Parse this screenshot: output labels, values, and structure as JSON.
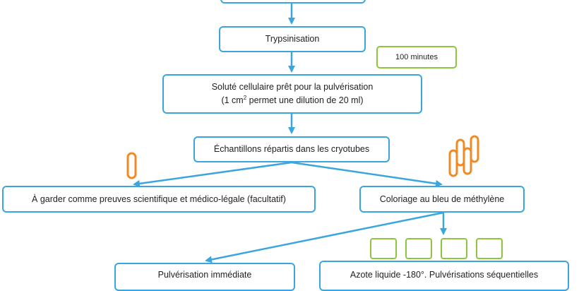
{
  "colors": {
    "box_border": "#3aa6dd",
    "arrow": "#3aa6dd",
    "note_border": "#8cc63f",
    "tube": "#f08a24"
  },
  "nodes": {
    "trypsinisation": "Trypsinisation",
    "solute_line1": "Soluté cellulaire prêt pour la pulvérisation",
    "solute_line2_a": "(1 cm",
    "solute_line2_sup": "2",
    "solute_line2_b": " permet une dilution de 20 ml)",
    "echantillons": "Échantillons répartis dans les cryotubes",
    "garder": "À garder comme preuves scientifique et médico-légale (facultatif)",
    "coloriage": "Coloriage au bleu de méthylène",
    "pulverisation_immediate": "Pulvérisation immédiate",
    "azote": "Azote liquide -180°. Pulvérisations séquentielles"
  },
  "note": {
    "duration": "100 minutes"
  },
  "icons": {
    "single_tube": "cryotube-icon",
    "tube_cluster": "cryotube-cluster-icon",
    "storage_squares": "storage-box-icon"
  }
}
